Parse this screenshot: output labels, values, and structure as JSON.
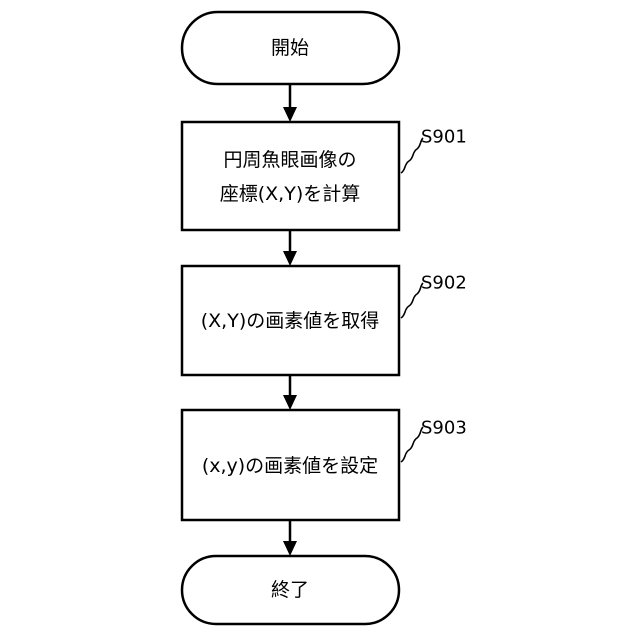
{
  "flowchart": {
    "start": {
      "label": "開始"
    },
    "steps": [
      {
        "id": "S901",
        "lines": [
          "円周魚眼画像の",
          "座標(X,Y)を計算"
        ]
      },
      {
        "id": "S902",
        "lines": [
          "(X,Y)の画素値を取得"
        ]
      },
      {
        "id": "S903",
        "lines": [
          "(x,y)の画素値を設定"
        ]
      }
    ],
    "end": {
      "label": "終了"
    }
  }
}
